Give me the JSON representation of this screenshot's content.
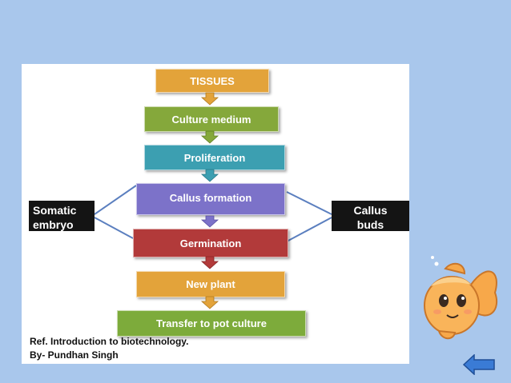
{
  "flow": {
    "steps": [
      {
        "label": "TISSUES",
        "color": "#e3a33a"
      },
      {
        "label": "Culture medium",
        "color": "#85a83b"
      },
      {
        "label": "Proliferation",
        "color": "#3c9fb1"
      },
      {
        "label": "Callus formation",
        "color": "#7c72c9"
      },
      {
        "label": "Germination",
        "color": "#b23a3a"
      },
      {
        "label": "New plant",
        "color": "#e3a33a"
      },
      {
        "label": "Transfer to pot culture",
        "color": "#7dab3b"
      }
    ],
    "left_label_line1": "Somatic",
    "left_label_line2": "embryo",
    "right_label_line1": "Callus",
    "right_label_line2": "buds"
  },
  "reference": {
    "line1": "Ref. Introduction to biotechnology.",
    "line2": "By- Pundhan Singh"
  },
  "colors": {
    "background": "#a9c7ec",
    "panel": "#ffffff",
    "label_box": "#141414",
    "back_button": "#3a7bd5"
  },
  "icons": {
    "mascot": "goldfish-icon",
    "back": "back-arrow-icon"
  }
}
